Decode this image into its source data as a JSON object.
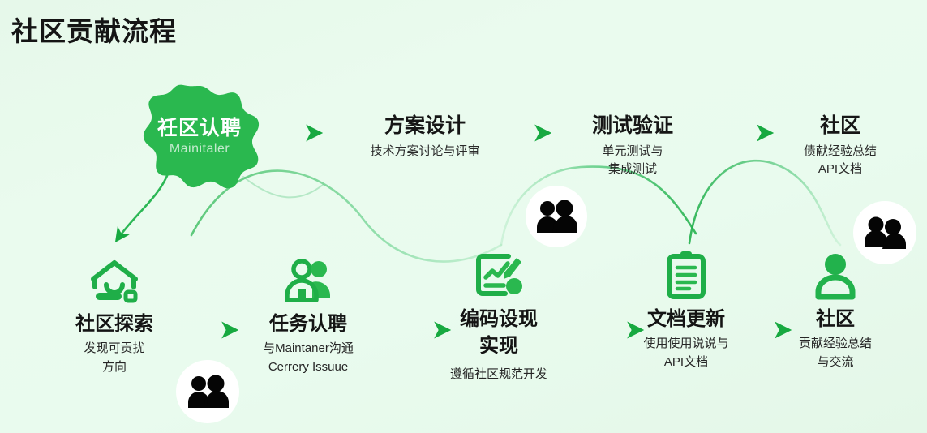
{
  "page": {
    "title": "社区贡献流程",
    "background_start": "#e6f8ea",
    "background_end": "#e4f7e8",
    "accent_green": "#22b24c",
    "accent_green_light": "#5fcf85"
  },
  "badge": {
    "name": "maintainer-badge",
    "title_cn": "祍区认聘",
    "subtitle_en": "Mainitaler",
    "fill": "#2ab84f"
  },
  "top_row": [
    {
      "id": "design",
      "icon": "none",
      "title": "方案设计",
      "lines": [
        "技术方案讨论与评审"
      ]
    },
    {
      "id": "test",
      "icon": "none",
      "title": "测试验证",
      "lines": [
        "单元测试与",
        "集成测试"
      ]
    },
    {
      "id": "community-top",
      "icon": "none",
      "title": "社区",
      "lines": [
        "债献经验总结",
        "API文档"
      ]
    }
  ],
  "bottom_row": [
    {
      "id": "explore",
      "icon": "home-person-icon",
      "title": "社区探索",
      "lines": [
        "发现可贡扰",
        "方向"
      ]
    },
    {
      "id": "claim-task",
      "icon": "two-people-icon",
      "title": "任务认聘",
      "lines": [
        "与Maintaner沟通",
        "Cerrery Issuue"
      ]
    },
    {
      "id": "coding",
      "icon": "document-edit-icon",
      "title": "编码设现\n实现",
      "title_line1": "编码设现",
      "title_line2": "实现",
      "lines": [
        "遵循社区规范开发"
      ]
    },
    {
      "id": "docs",
      "icon": "clipboard-icon",
      "title": "文档更新",
      "lines": [
        "使用使用说说与",
        "API文档"
      ]
    },
    {
      "id": "community-bottom",
      "icon": "person-icon",
      "title": "社区",
      "lines": [
        "贡献经验总结",
        "与交流"
      ]
    }
  ],
  "people_bubbles": [
    {
      "id": "bubble-1",
      "icon": "people-duo-icon"
    },
    {
      "id": "bubble-2",
      "icon": "people-duo-icon"
    },
    {
      "id": "bubble-3",
      "icon": "people-duo-icon"
    }
  ],
  "arrows": {
    "top": [
      "arrow-design",
      "arrow-test",
      "arrow-community"
    ],
    "bottom": [
      "arrow-claim",
      "arrow-coding",
      "arrow-docs",
      "arrow-community"
    ]
  }
}
